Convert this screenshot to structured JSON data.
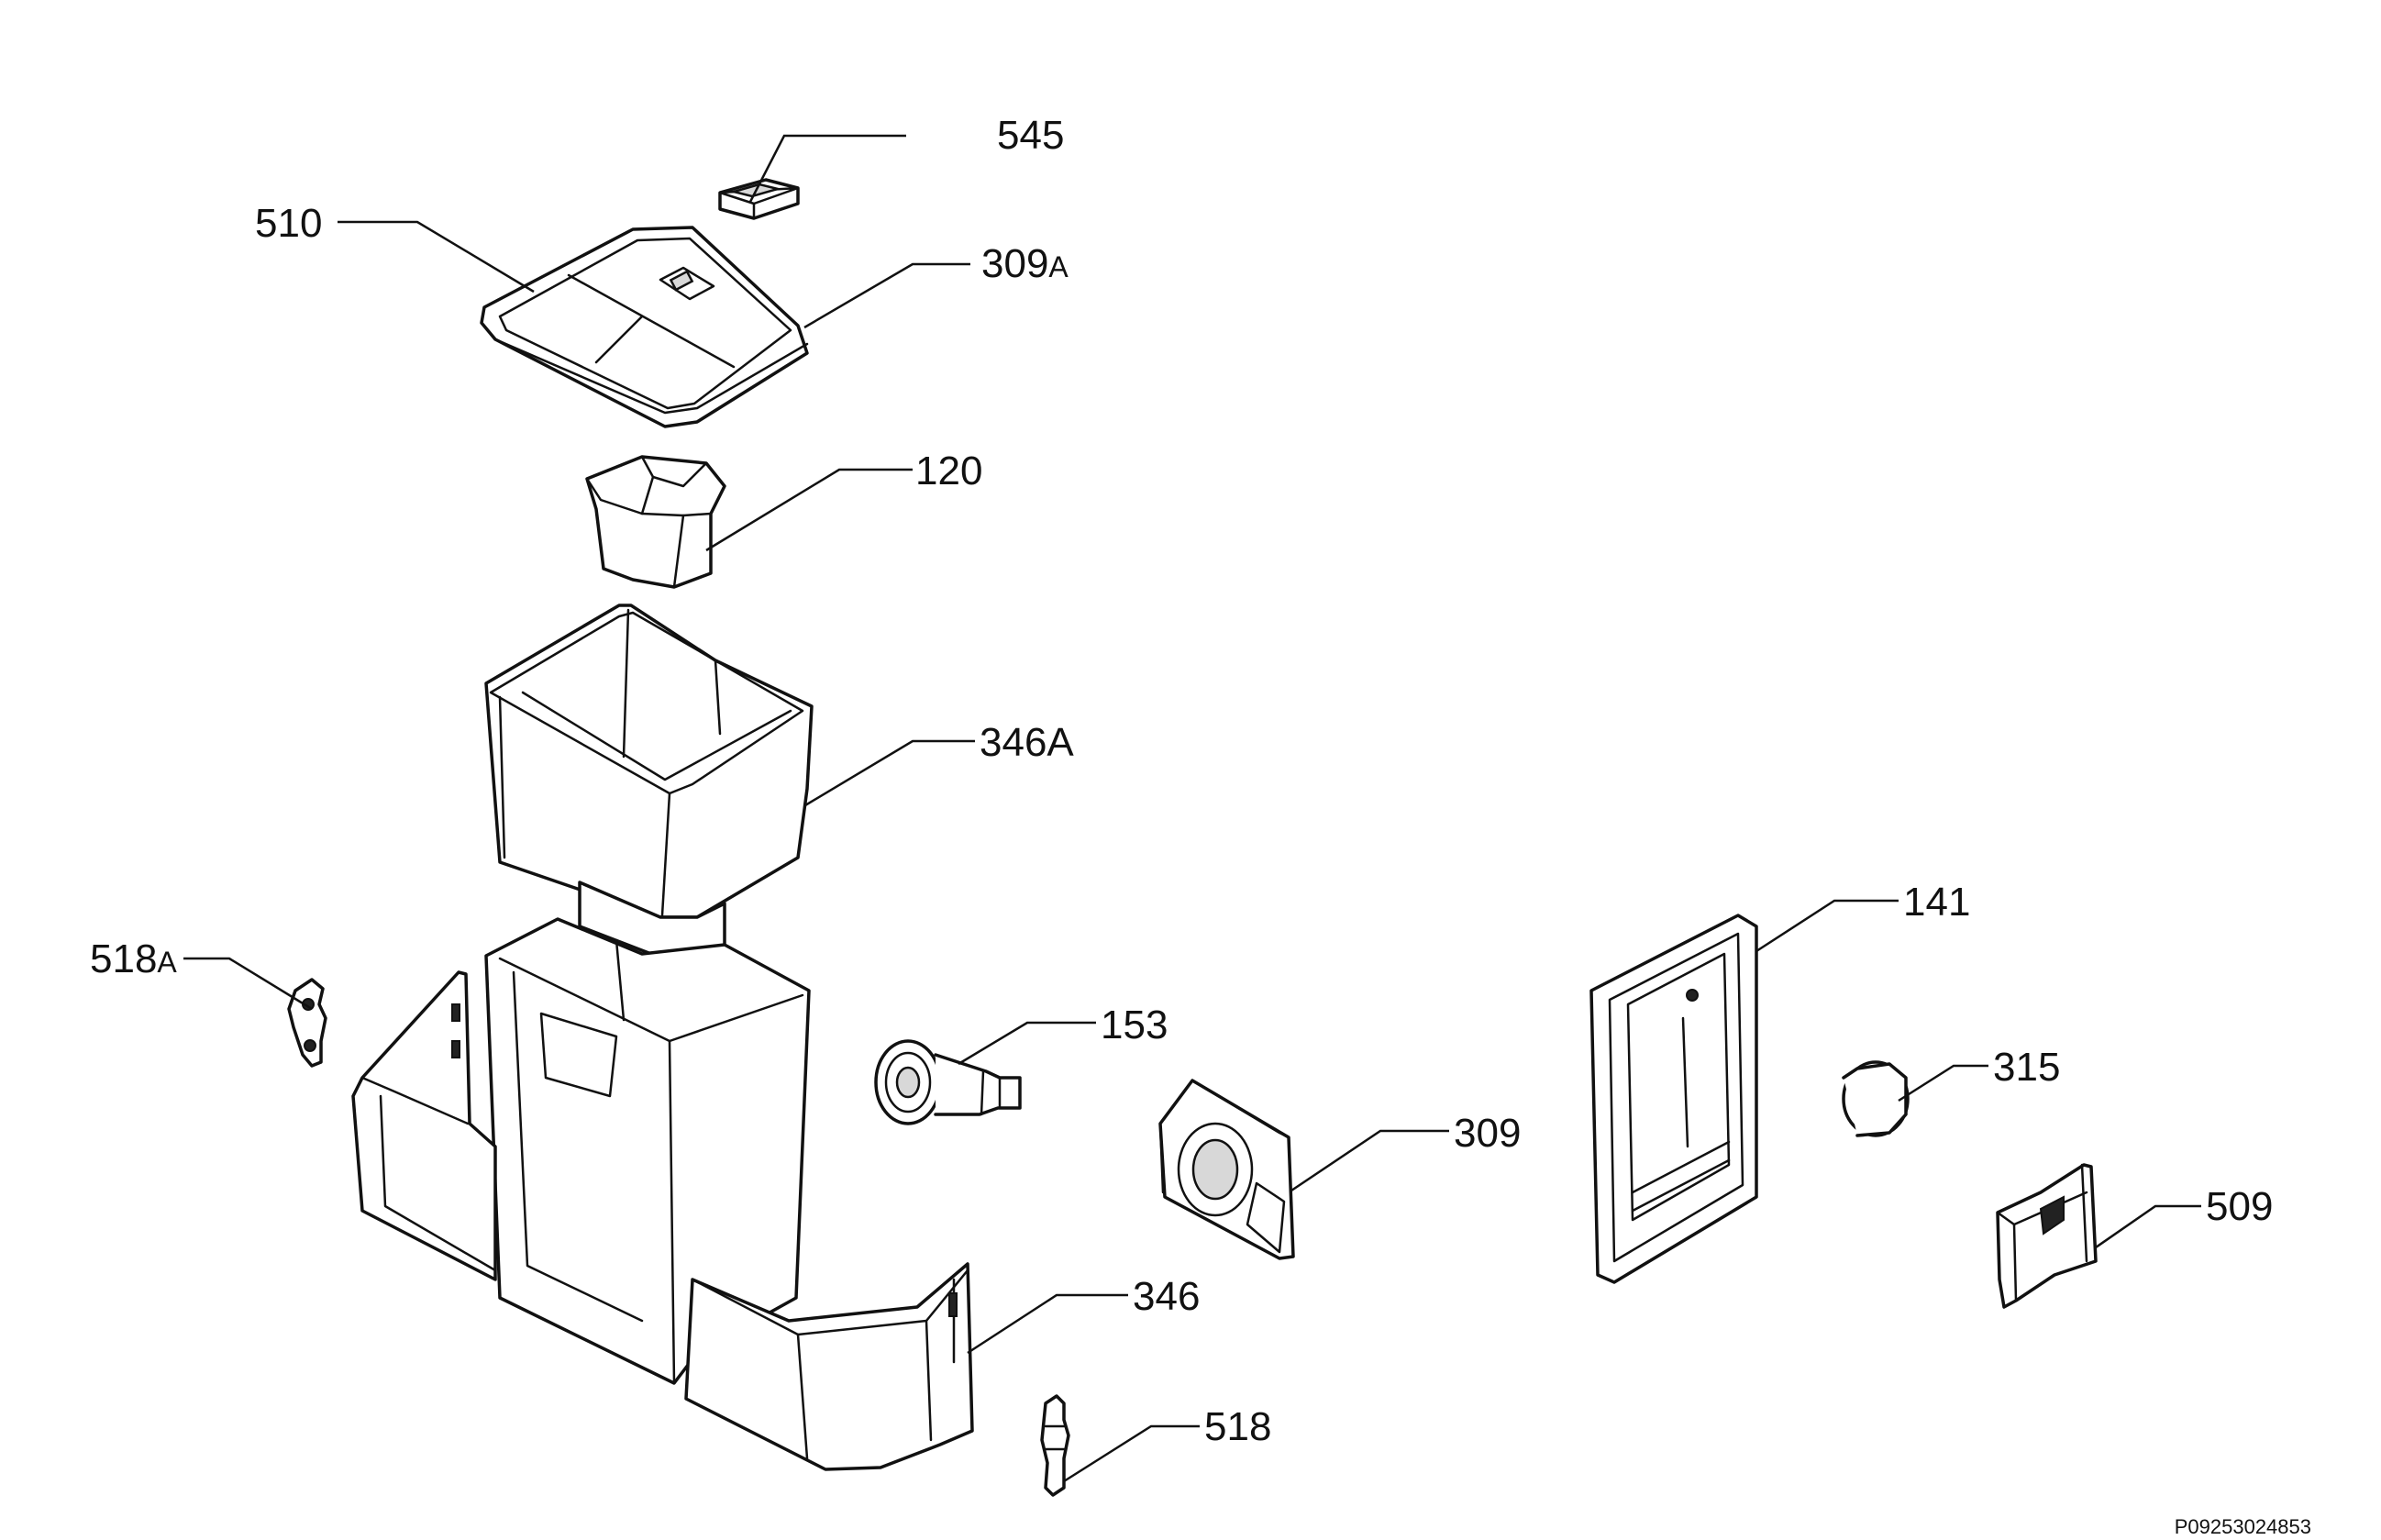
{
  "diagram": {
    "document_number": "P09253024853",
    "callouts": [
      {
        "id": "545",
        "number": "545",
        "suffix": ""
      },
      {
        "id": "510",
        "number": "510",
        "suffix": ""
      },
      {
        "id": "309A",
        "number": "309",
        "suffix": "A"
      },
      {
        "id": "120",
        "number": "120",
        "suffix": ""
      },
      {
        "id": "346A",
        "number": "346A",
        "suffix": ""
      },
      {
        "id": "141",
        "number": "141",
        "suffix": ""
      },
      {
        "id": "518A",
        "number": "518",
        "suffix": "A"
      },
      {
        "id": "153",
        "number": "153",
        "suffix": ""
      },
      {
        "id": "315",
        "number": "315",
        "suffix": ""
      },
      {
        "id": "309",
        "number": "309",
        "suffix": ""
      },
      {
        "id": "509",
        "number": "509",
        "suffix": ""
      },
      {
        "id": "346",
        "number": "346",
        "suffix": ""
      },
      {
        "id": "518",
        "number": "518",
        "suffix": ""
      }
    ]
  }
}
